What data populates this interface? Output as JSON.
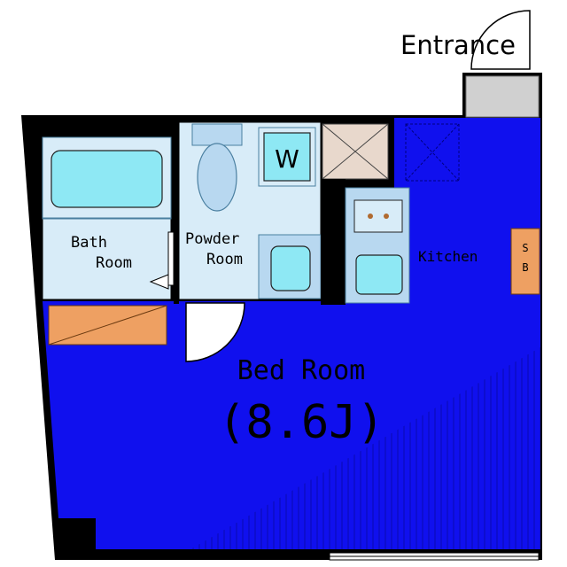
{
  "labels": {
    "entrance": "Entrance",
    "bath_room_1": "Bath",
    "bath_room_2": "Room",
    "powder_room_1": "Powder",
    "powder_room_2": "Room",
    "washer": "W",
    "kitchen": "Kitchen",
    "shoe_box_1": "S",
    "shoe_box_2": "B",
    "bed_room": "Bed Room",
    "bed_room_size": "(8.6J)"
  },
  "colors": {
    "wall": "#000000",
    "bed_room_floor": "#1010ee",
    "wet_area_floor": "#d8ecf8",
    "fixture": "#8ee8f4",
    "fixture_stroke": "#4a7fa0",
    "storage": "#eea062",
    "entrance_floor": "#d0d0d0"
  }
}
